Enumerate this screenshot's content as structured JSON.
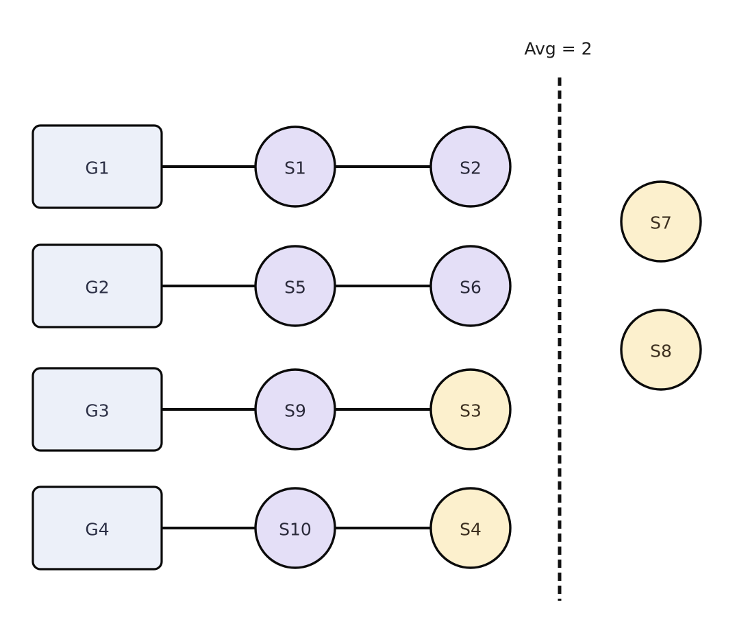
{
  "diagram": {
    "title_label": "Avg = 2",
    "colors": {
      "background": "#ffffff",
      "group_fill": "#ecf0f9",
      "purple_fill": "#e4dff7",
      "cream_fill": "#fcf0cd",
      "stroke": "#0b0b0b",
      "group_text": "#2b2f45",
      "purple_text": "#2a2a3a",
      "cream_text": "#3d3020"
    },
    "groups": [
      {
        "id": "G1",
        "label": "G1"
      },
      {
        "id": "G2",
        "label": "G2"
      },
      {
        "id": "G3",
        "label": "G3"
      },
      {
        "id": "G4",
        "label": "G4"
      }
    ],
    "chains": [
      {
        "group": "G1",
        "nodes": [
          {
            "label": "S1",
            "fill": "purple"
          },
          {
            "label": "S2",
            "fill": "purple"
          }
        ]
      },
      {
        "group": "G2",
        "nodes": [
          {
            "label": "S5",
            "fill": "purple"
          },
          {
            "label": "S6",
            "fill": "purple"
          }
        ]
      },
      {
        "group": "G3",
        "nodes": [
          {
            "label": "S9",
            "fill": "purple"
          },
          {
            "label": "S3",
            "fill": "cream"
          }
        ]
      },
      {
        "group": "G4",
        "nodes": [
          {
            "label": "S10",
            "fill": "purple"
          },
          {
            "label": "S4",
            "fill": "cream"
          }
        ]
      }
    ],
    "unassigned_nodes": [
      {
        "label": "S7",
        "fill": "cream"
      },
      {
        "label": "S8",
        "fill": "cream"
      }
    ]
  }
}
